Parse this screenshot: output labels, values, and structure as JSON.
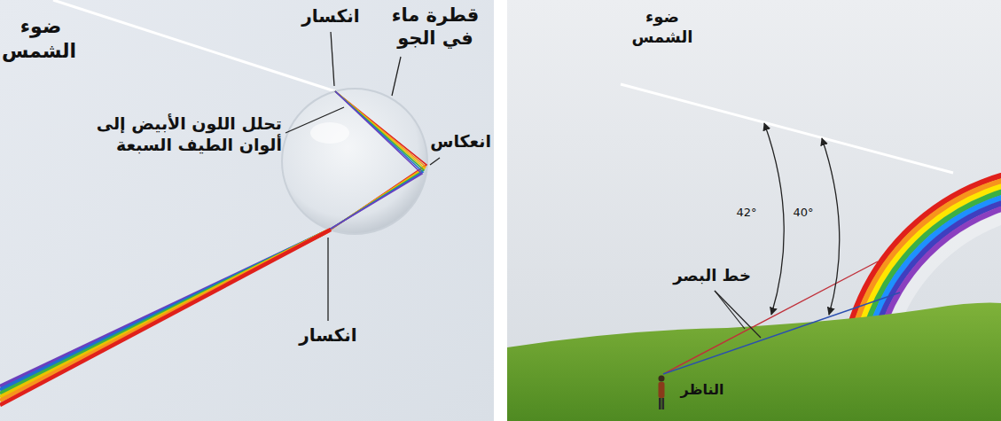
{
  "diagram": {
    "labels": [
      "ضوء الشمس",
      "انكسار",
      "قطرة ماء في الجو",
      "تحلل اللون الأبيض إلى ألوان الطيف السبعة",
      "انعكاس",
      "انكسار",
      "ضوء الشمس",
      "42°",
      "40°",
      "خط البصر",
      "الناظر"
    ]
  }
}
